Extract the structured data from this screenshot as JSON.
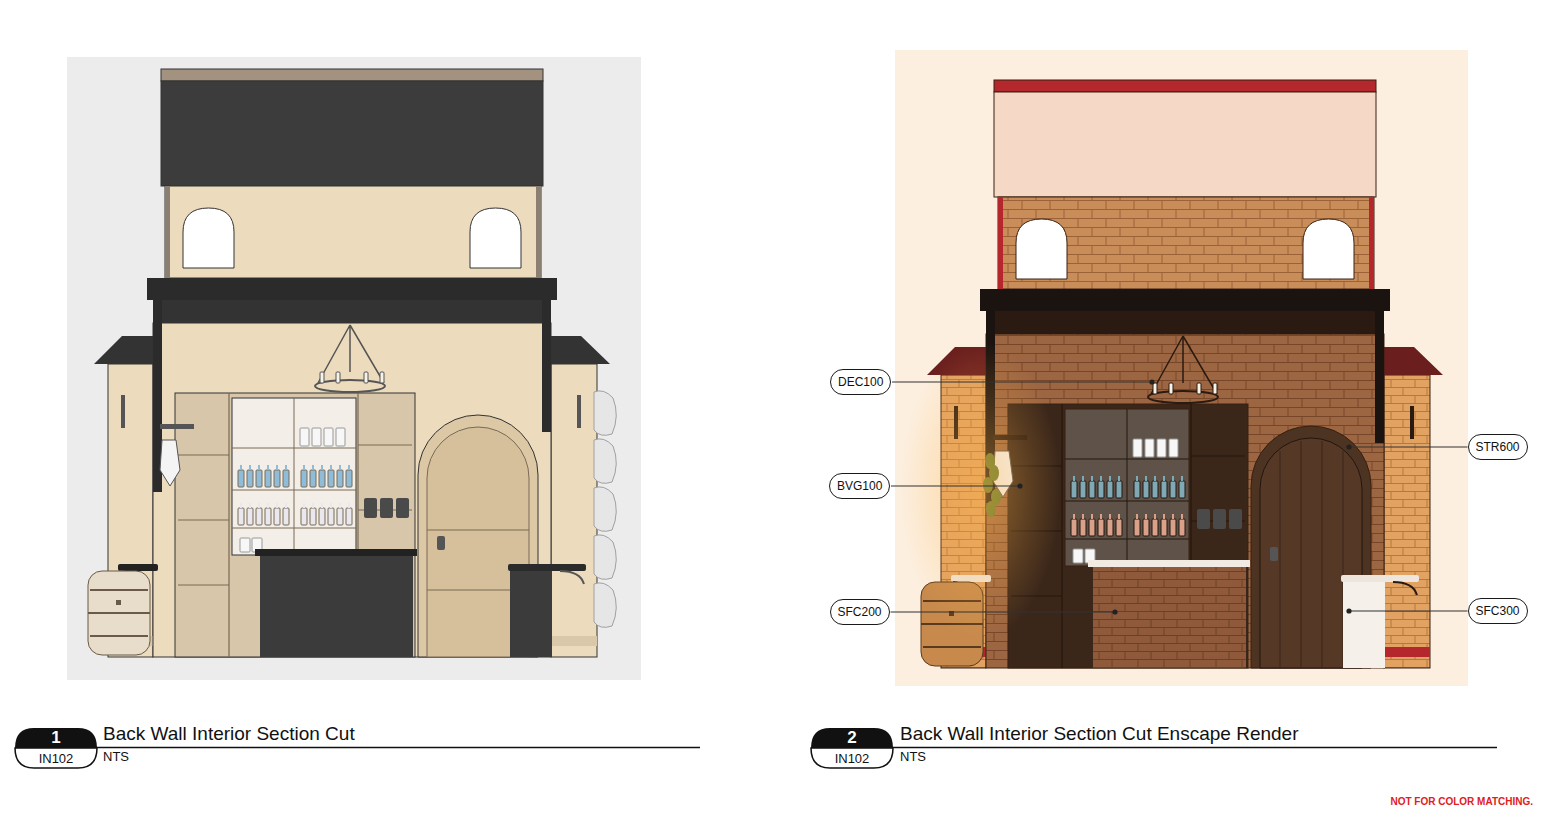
{
  "diagram": {
    "nodes": [
      {
        "text": [
          "DEC100"
        ]
      },
      {
        "text": [
          "STR600"
        ]
      },
      {
        "text": [
          "BVG100"
        ]
      },
      {
        "text": [
          "SFC200"
        ]
      },
      {
        "text": [
          "SFC300"
        ]
      },
      {
        "text": [
          "1",
          "IN102"
        ]
      },
      {
        "text": [
          "2",
          "IN102"
        ]
      }
    ],
    "labels": [
      "Back Wall Interior Section Cut",
      "NTS",
      "Back Wall Interior Section Cut Enscape Render",
      "NTS",
      "NOT FOR COLOR MATCHING."
    ]
  }
}
